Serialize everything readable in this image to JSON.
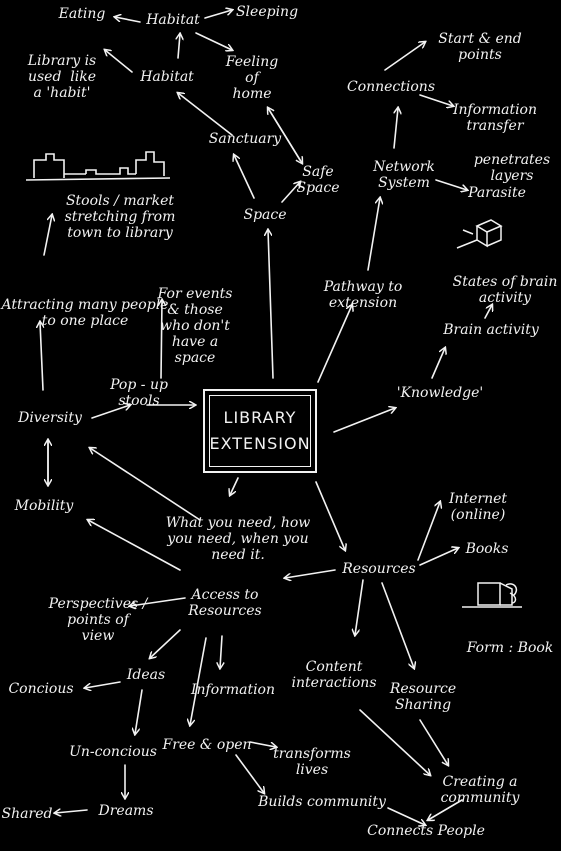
{
  "center": "LIBRARY\nEXTENSION",
  "nodes": {
    "eating": "Eating",
    "habitat_top": "Habitat",
    "sleeping": "Sleeping",
    "library_habit": "Library is\nused  like\na 'habit'",
    "habitat_second": "Habitat",
    "feeling_of_home": "Feeling\nof\nhome",
    "sanctuary": "Sanctuary",
    "safe_space": "Safe\nSpace",
    "space": "Space",
    "connections": "Connections",
    "start_end_points": "Start & end\npoints",
    "information_transfer": "Information\ntransfer",
    "network_system": "Network\nSystem",
    "penetrates_layers": "penetrates\nlayers",
    "parasite": "Parasite",
    "stools_market": "Stools / market\nstretching from\ntown to library",
    "pathway_extension": "Pathway to\nextension",
    "states_brain": "States of brain\nactivity",
    "brain_activity": "Brain activity",
    "attracting": "Attracting many people\nto one place",
    "for_events": "For events\n& those\nwho don't\nhave a\nspace",
    "knowledge": "'Knowledge'",
    "popup": "Pop - up\nstools",
    "diversity": "Diversity",
    "mobility": "Mobility",
    "what_you_need": "What you need, how\nyou need, when you\nneed it.",
    "internet": "Internet\n(online)",
    "books": "Books",
    "resources": "Resources",
    "access_resources": "Access to\nResources",
    "perspectives": "Perspectives /\npoints of\nview",
    "form_book": "Form : Book",
    "content_interactions": "Content\ninteractions",
    "resource_sharing": "Resource\nSharing",
    "ideas": "Ideas",
    "information": "Information",
    "concious": "Concious",
    "free_open": "Free & open",
    "transforms_lives": "transforms\nlives",
    "un_concious": "Un-concious",
    "creating_community": "Creating a\ncommunity",
    "builds_community": "Builds community",
    "shared": "Shared",
    "dreams": "Dreams",
    "connects_people": "Connects People"
  },
  "colors": {
    "background": "#000000",
    "ink": "#f2f2f2"
  }
}
